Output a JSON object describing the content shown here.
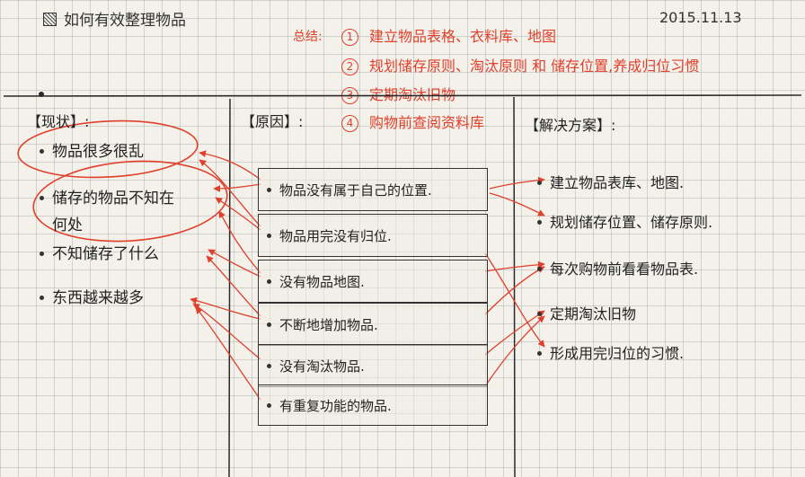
{
  "title": "如何有效整理物品",
  "date": "2015.11.13",
  "summary": {
    "label": "总结:",
    "items": [
      {
        "num": "1",
        "text": "建立物品表格、衣料库、地图"
      },
      {
        "num": "2",
        "text": "规划储存原则、淘汰原则 和 储存位置,养成归位习惯"
      },
      {
        "num": "3",
        "text": "定期淘汰旧物"
      },
      {
        "num": "4",
        "text": "购物前查阅资料库"
      }
    ]
  },
  "columns": {
    "phenomenon": "【现状】:",
    "cause": "【原因】:",
    "solution": "【解决方案】:"
  },
  "phenomena": [
    "物品很多很乱",
    "储存的物品不知在",
    "何处",
    "不知储存了什么",
    "东西越来越多"
  ],
  "causes": [
    "物品没有属于自己的位置.",
    "物品用完没有归位.",
    "没有物品地图.",
    "不断地增加物品.",
    "没有淘汰物品.",
    "有重复功能的物品."
  ],
  "solutions": [
    "建立物品表库、地图.",
    "规划储存位置、储存原则.",
    "每次购物前看看物品表.",
    "定期淘汰旧物",
    "形成用完归位的习惯."
  ],
  "colors": {
    "accent": "#e0402c",
    "ink": "#222222",
    "paper": "#f3f1ea"
  }
}
